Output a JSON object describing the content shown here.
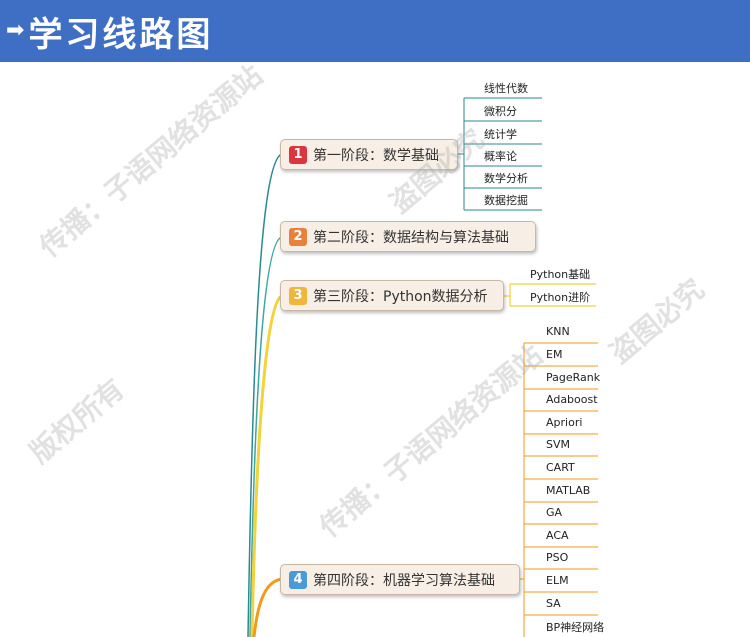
{
  "header": {
    "arrow": "➡",
    "title": "学习线路图",
    "bg": "#3f6fc4"
  },
  "stages": [
    {
      "num": "1",
      "label": "第一阶段：数学基础",
      "badge_color": "#d9363e",
      "leaves": [
        "线性代数",
        "微积分",
        "统计学",
        "概率论",
        "数学分析",
        "数据挖掘"
      ]
    },
    {
      "num": "2",
      "label": "第二阶段：数据结构与算法基础",
      "badge_color": "#e8823a",
      "leaves": []
    },
    {
      "num": "3",
      "label": "第三阶段：Python数据分析",
      "badge_color": "#f0b63a",
      "leaves": [
        "Python基础",
        "Python进阶"
      ]
    },
    {
      "num": "4",
      "label": "第四阶段：机器学习算法基础",
      "badge_color": "#4a9ad8",
      "leaves": [
        "KNN",
        "EM",
        "PageRank",
        "Adaboost",
        "Apriori",
        "SVM",
        "CART",
        "MATLAB",
        "GA",
        "ACA",
        "PSO",
        "ELM",
        "SA",
        "BP神经网络"
      ]
    }
  ],
  "colors": {
    "stage1_line": "#2a8a8f",
    "stage2_line": "#3aa7a0",
    "stage3_line": "#f3d23a",
    "stage4_line": "#f39a1c"
  },
  "watermark": {
    "line1": "传播：子语网络资源站",
    "line2": "版权所有",
    "line3": "盗图必究"
  }
}
